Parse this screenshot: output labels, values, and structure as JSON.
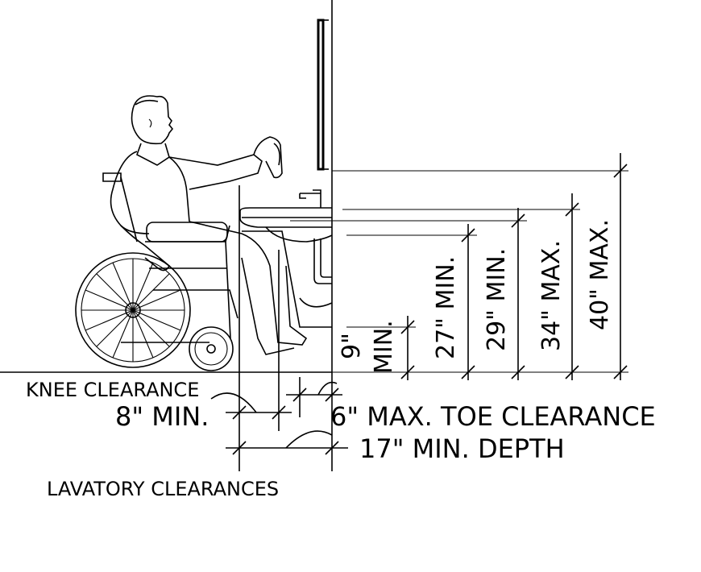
{
  "labels": {
    "knee_clearance": "KNEE CLEARANCE",
    "knee_min": "8\" MIN.",
    "toe_clearance": "6\" MAX. TOE CLEARANCE",
    "depth": "17\" MIN. DEPTH",
    "lavatory": "LAVATORY CLEARANCES",
    "h9": "9\"",
    "h9_min": "MIN.",
    "h27": "27\" MIN.",
    "h29": "29\" MIN.",
    "h34": "34\" MAX.",
    "h40": "40\" MAX."
  }
}
